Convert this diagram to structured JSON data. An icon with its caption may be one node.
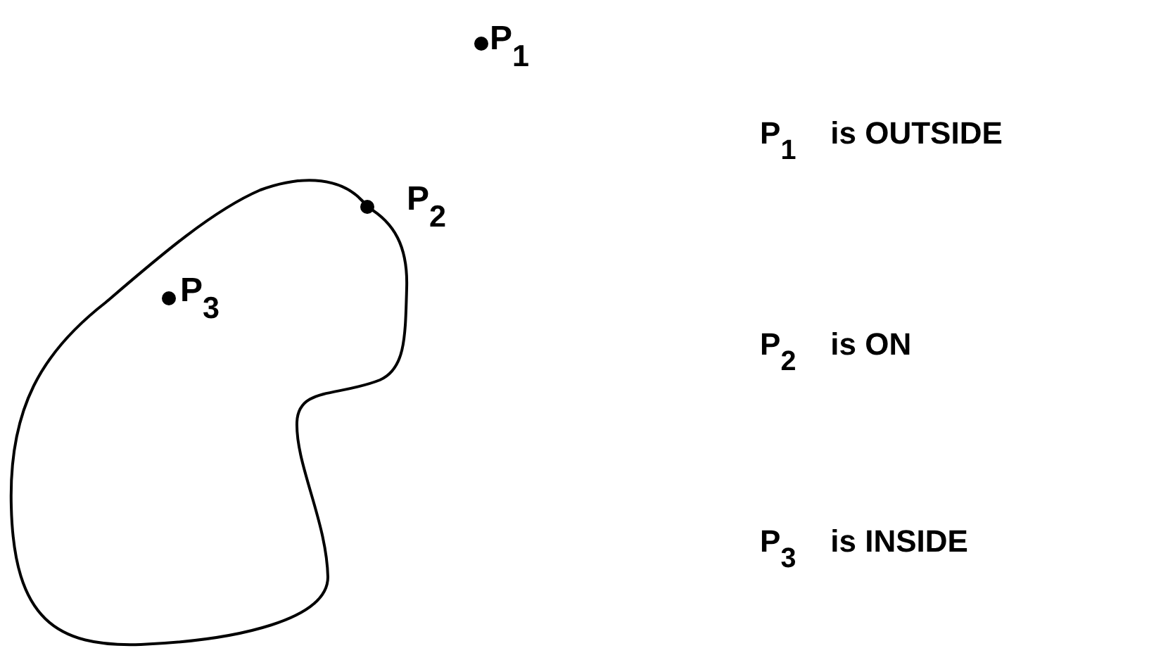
{
  "diagram": {
    "labels": [
      "P$_{1}$",
      "P$_{2}$",
      "P$_{3}$",
      "P$_{1}$    is OUTSIDE",
      "P$_{2}$    is ON",
      "P$_{3}$    is INSIDE"
    ]
  }
}
